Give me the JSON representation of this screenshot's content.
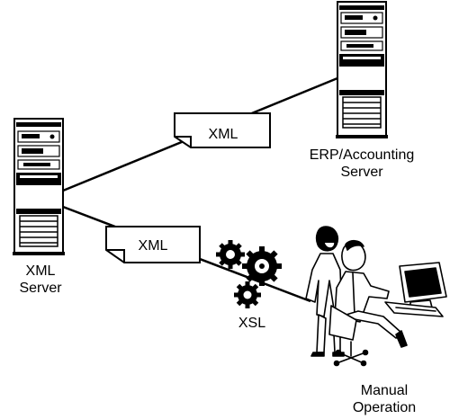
{
  "nodes": {
    "xml_server": {
      "line1": "XML",
      "line2": "Server",
      "icon": "server-tower-icon"
    },
    "erp_server": {
      "line1": "ERP/Accounting",
      "line2": "Server",
      "icon": "server-tower-icon"
    },
    "manual": {
      "line1": "Manual",
      "line2": "Operation",
      "icon": "office-workers-icon"
    },
    "xsl": {
      "label": "XSL",
      "icon": "gears-icon"
    }
  },
  "messages": {
    "top_doc": "XML",
    "bottom_doc": "XML"
  }
}
